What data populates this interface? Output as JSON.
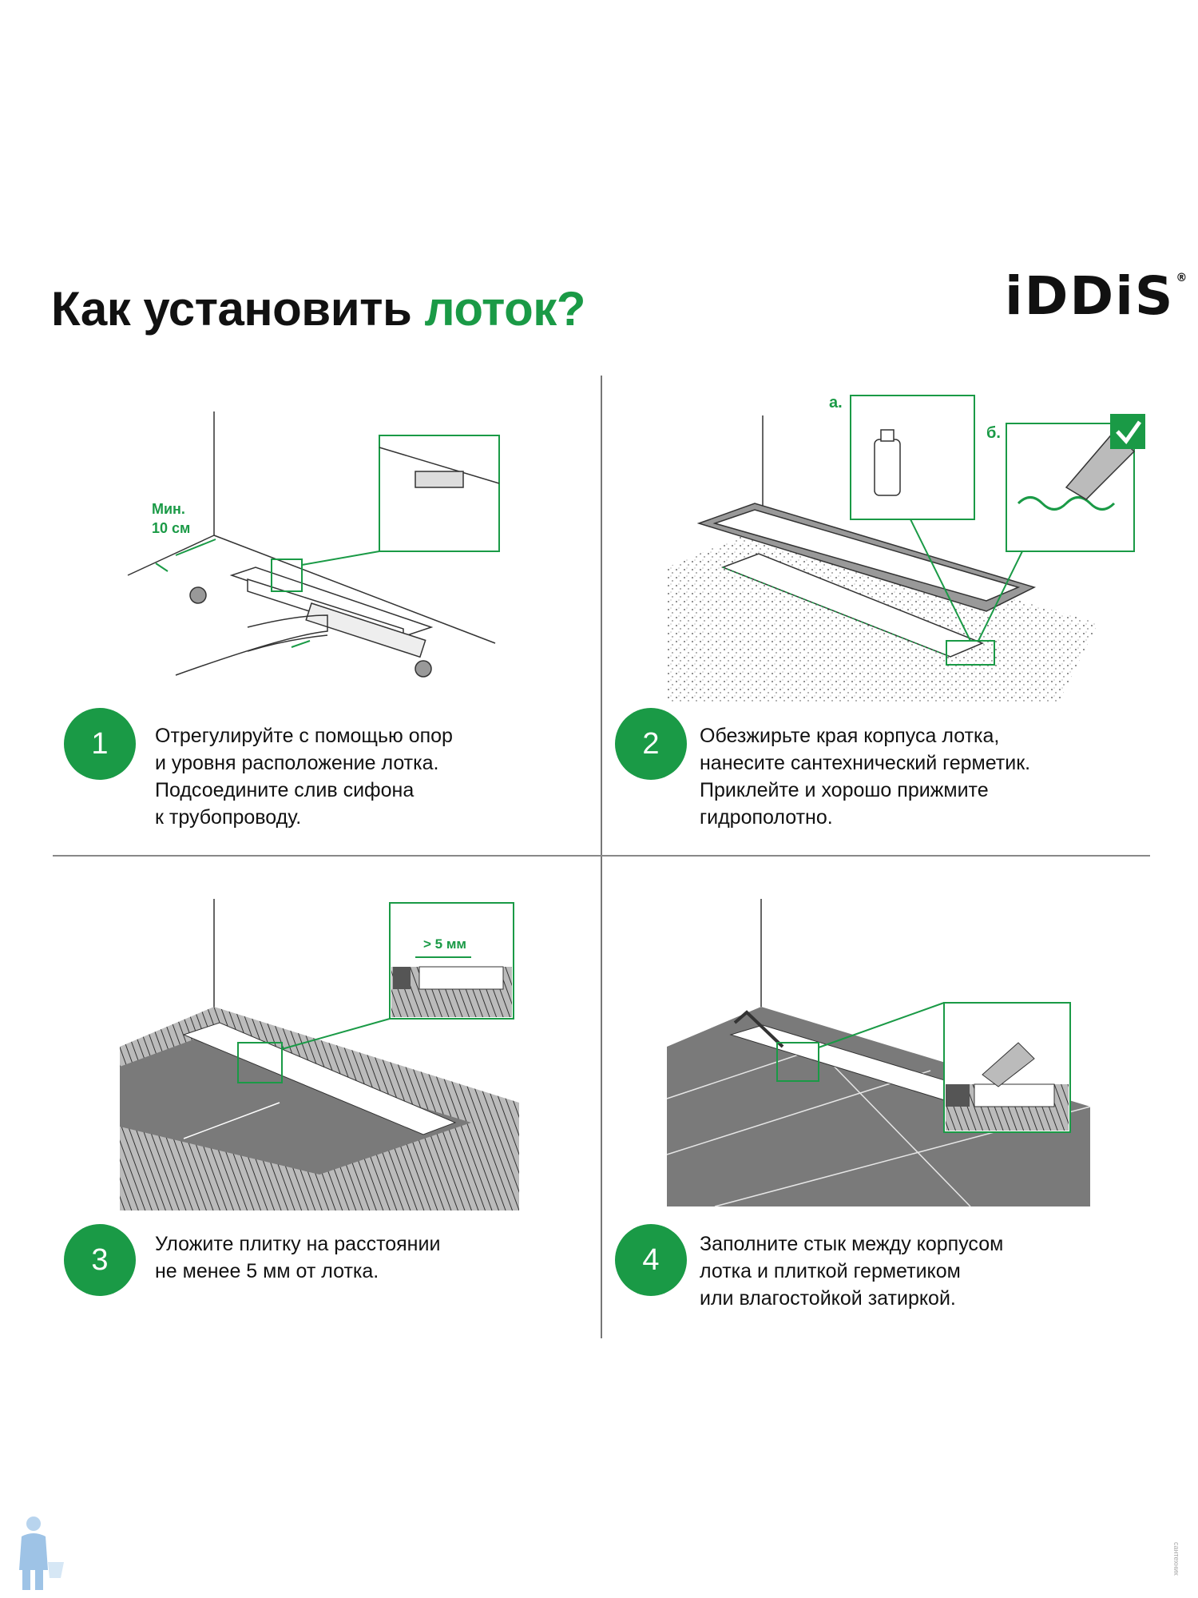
{
  "header": {
    "title_main": "Как установить ",
    "title_accent": "лоток?",
    "logo": "iDDiS",
    "logo_mark": "®",
    "accent_color": "#1a9a46"
  },
  "steps": [
    {
      "number": "1",
      "text": "Отрегулируйте с помощью опор\nи уровня расположение лотка.\nПодсоедините слив сифона\nк трубопроводу."
    },
    {
      "number": "2",
      "text": "Обезжирьте края корпуса лотка,\nнанесите сантехнический герметик.\nПриклейте и хорошо прижмите\nгидрополотно."
    },
    {
      "number": "3",
      "text": "Уложите плитку на расстоянии\nне менее 5 мм от лотка."
    },
    {
      "number": "4",
      "text": "Заполните стык между корпусом\nлотка и плиткой герметиком\nили влагостойкой затиркой."
    }
  ],
  "illustrations": {
    "step1": {
      "label": "Мин.\n10 см",
      "label_line1": "Мин.",
      "label_line2": "10 см"
    },
    "step2": {
      "label_a": "а.",
      "label_b": "б."
    },
    "step3": {
      "label_gap": "> 5 мм"
    }
  },
  "footer": {
    "side_mark": "сантехник"
  }
}
